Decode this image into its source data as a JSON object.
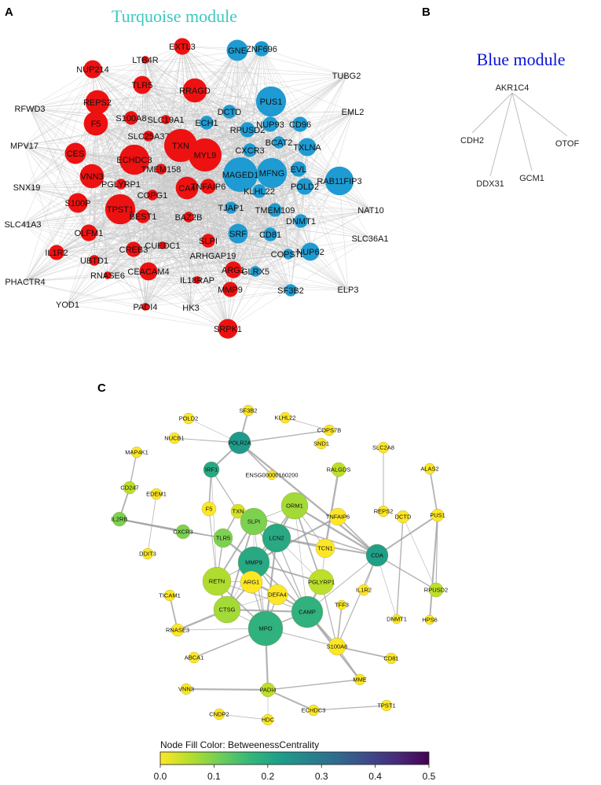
{
  "panels": {
    "a": {
      "letter": "A",
      "title": "Turquoise module"
    },
    "b": {
      "letter": "B",
      "title": "Blue module"
    },
    "c": {
      "letter": "C"
    }
  },
  "colors": {
    "turquoise_title": "#3cc8c0",
    "blue_title": "#0a14d8",
    "red_node": "#ee1111",
    "blue_node": "#1e9bd2",
    "edge_a": "#c4c4c4",
    "edge_b": "#bdbdbd",
    "edge_c": "#9a9a9a"
  },
  "network_a": {
    "red_nodes": [
      {
        "label": "EXTL3",
        "size": 0.4
      },
      {
        "label": "LTB4R",
        "size": 0.1
      },
      {
        "label": "NUP214",
        "size": 0.45
      },
      {
        "label": "TLR5",
        "size": 0.45
      },
      {
        "label": "RRAGD",
        "size": 0.65
      },
      {
        "label": "REPS2",
        "size": 0.65
      },
      {
        "label": "S100A8",
        "size": 0.3
      },
      {
        "label": "SLC19A1",
        "size": 0.15
      },
      {
        "label": "F5",
        "size": 0.65
      },
      {
        "label": "SLC25A37",
        "size": 0.2
      },
      {
        "label": "TXN",
        "size": 0.95
      },
      {
        "label": "MYL9",
        "size": 0.95
      },
      {
        "label": "ECHDC3",
        "size": 0.85
      },
      {
        "label": "CES",
        "size": 0.55
      },
      {
        "label": "TMEM158",
        "size": 0.2
      },
      {
        "label": "VNN3",
        "size": 0.65
      },
      {
        "label": "PGLYRP1",
        "size": 0.2
      },
      {
        "label": "COPG1",
        "size": 0.2
      },
      {
        "label": "CA4",
        "size": 0.6
      },
      {
        "label": "TNFAIP6",
        "size": 0.35
      },
      {
        "label": "S100P",
        "size": 0.5
      },
      {
        "label": "TPST1",
        "size": 0.85
      },
      {
        "label": "BEST1",
        "size": 0.3
      },
      {
        "label": "BAZ2B",
        "size": 0.2
      },
      {
        "label": "OLFM1",
        "size": 0.4
      },
      {
        "label": "CREB3",
        "size": 0.35
      },
      {
        "label": "CUEDC1",
        "size": 0.1
      },
      {
        "label": "SLPI",
        "size": 0.3
      },
      {
        "label": "IL1R2",
        "size": 0.35
      },
      {
        "label": "UBTD1",
        "size": 0.2
      },
      {
        "label": "RNASE6",
        "size": 0.1
      },
      {
        "label": "CEACAM4",
        "size": 0.45
      },
      {
        "label": "ARG1",
        "size": 0.4
      },
      {
        "label": "IL18RAP",
        "size": 0.1
      },
      {
        "label": "MMP9",
        "size": 0.35
      },
      {
        "label": "PADI4",
        "size": 0.1
      },
      {
        "label": "SRPK1",
        "size": 0.5
      }
    ],
    "blue_nodes": [
      {
        "label": "GNE",
        "size": 0.55
      },
      {
        "label": "ZNF696",
        "size": 0.35
      },
      {
        "label": "PUS1",
        "size": 0.85
      },
      {
        "label": "DCTD",
        "size": 0.3
      },
      {
        "label": "ECH1",
        "size": 0.3
      },
      {
        "label": "RPUSD2",
        "size": 0.35
      },
      {
        "label": "NUP93",
        "size": 0.35
      },
      {
        "label": "CD96",
        "size": 0.35
      },
      {
        "label": "BCAT2",
        "size": 0.25
      },
      {
        "label": "TXLNA",
        "size": 0.45
      },
      {
        "label": "CXCR3",
        "size": 0.3
      },
      {
        "label": "MAGED1",
        "size": 1.0
      },
      {
        "label": "MFNG",
        "size": 0.85
      },
      {
        "label": "EVL",
        "size": 0.35
      },
      {
        "label": "RAB11FIP3",
        "size": 0.8
      },
      {
        "label": "POLD2",
        "size": 0.4
      },
      {
        "label": "KLHL22",
        "size": 0.3
      },
      {
        "label": "TJAP1",
        "size": 0.25
      },
      {
        "label": "TMEM109",
        "size": 0.3
      },
      {
        "label": "DNMT1",
        "size": 0.3
      },
      {
        "label": "SRF",
        "size": 0.5
      },
      {
        "label": "CD81",
        "size": 0.3
      },
      {
        "label": "COPS7B",
        "size": 0.2
      },
      {
        "label": "NUP62",
        "size": 0.45
      },
      {
        "label": "GLRX5",
        "size": 0.2
      },
      {
        "label": "SF3B2",
        "size": 0.25
      }
    ],
    "gray_nodes": [
      {
        "label": "TUBG2"
      },
      {
        "label": "RFWD3"
      },
      {
        "label": "EML2"
      },
      {
        "label": "MPV17"
      },
      {
        "label": "NAT10"
      },
      {
        "label": "SNX19"
      },
      {
        "label": "SLC36A1"
      },
      {
        "label": "SLC41A3"
      },
      {
        "label": "ELP3"
      },
      {
        "label": "PHACTR4"
      },
      {
        "label": "ARHGAP19"
      },
      {
        "label": "YOD1"
      },
      {
        "label": "HK3"
      }
    ]
  },
  "network_b": {
    "nodes": [
      "AKR1C4",
      "CDH2",
      "OTOF",
      "DDX31",
      "GCM1"
    ],
    "edges": [
      [
        "AKR1C4",
        "CDH2"
      ],
      [
        "AKR1C4",
        "OTOF"
      ],
      [
        "AKR1C4",
        "DDX31"
      ],
      [
        "AKR1C4",
        "GCM1"
      ]
    ]
  },
  "network_c": {
    "nodes": [
      {
        "id": "POLD2",
        "bc": 0.0,
        "size": 0.1
      },
      {
        "id": "SF3B2",
        "bc": 0.0,
        "size": 0.1
      },
      {
        "id": "KLHL22",
        "bc": 0.0,
        "size": 0.1
      },
      {
        "id": "COPS7B",
        "bc": 0.0,
        "size": 0.1
      },
      {
        "id": "POLR2A",
        "bc": 0.23,
        "size": 0.45
      },
      {
        "id": "SND1",
        "bc": 0.0,
        "size": 0.1
      },
      {
        "id": "NUCB1",
        "bc": 0.0,
        "size": 0.1
      },
      {
        "id": "SLC2A8",
        "bc": 0.0,
        "size": 0.1
      },
      {
        "id": "MAP4K1",
        "bc": 0.0,
        "size": 0.1
      },
      {
        "id": "IRF1",
        "bc": 0.2,
        "size": 0.25
      },
      {
        "id": "ENSG00000160200",
        "bc": 0.0,
        "size": 0.05
      },
      {
        "id": "RALGDS",
        "bc": 0.05,
        "size": 0.2
      },
      {
        "id": "ALAS2",
        "bc": 0.0,
        "size": 0.1
      },
      {
        "id": "CD247",
        "bc": 0.05,
        "size": 0.15
      },
      {
        "id": "EDEM1",
        "bc": 0.0,
        "size": 0.1
      },
      {
        "id": "ORM1",
        "bc": 0.07,
        "size": 0.6
      },
      {
        "id": "F5",
        "bc": 0.0,
        "size": 0.2
      },
      {
        "id": "TXN",
        "bc": 0.03,
        "size": 0.2
      },
      {
        "id": "SLPI",
        "bc": 0.1,
        "size": 0.6
      },
      {
        "id": "TNFAIP6",
        "bc": 0.0,
        "size": 0.3
      },
      {
        "id": "REPS2",
        "bc": 0.0,
        "size": 0.1
      },
      {
        "id": "DCTD",
        "bc": 0.0,
        "size": 0.15
      },
      {
        "id": "PUS1",
        "bc": 0.0,
        "size": 0.15
      },
      {
        "id": "IL2RB",
        "bc": 0.1,
        "size": 0.2
      },
      {
        "id": "CXCR3",
        "bc": 0.1,
        "size": 0.2
      },
      {
        "id": "TLR5",
        "bc": 0.1,
        "size": 0.35
      },
      {
        "id": "LCN2",
        "bc": 0.2,
        "size": 0.65
      },
      {
        "id": "TCN1",
        "bc": 0.0,
        "size": 0.35
      },
      {
        "id": "CDA",
        "bc": 0.22,
        "size": 0.45
      },
      {
        "id": "DDIT3",
        "bc": 0.0,
        "size": 0.1
      },
      {
        "id": "MMP9",
        "bc": 0.2,
        "size": 0.75
      },
      {
        "id": "RETN",
        "bc": 0.06,
        "size": 0.65
      },
      {
        "id": "ARG1",
        "bc": 0.0,
        "size": 0.45
      },
      {
        "id": "PGLYRP1",
        "bc": 0.05,
        "size": 0.55
      },
      {
        "id": "RPUSD2",
        "bc": 0.05,
        "size": 0.2
      },
      {
        "id": "TICAM1",
        "bc": 0.0,
        "size": 0.1
      },
      {
        "id": "DEFA4",
        "bc": 0.0,
        "size": 0.4
      },
      {
        "id": "IL1R2",
        "bc": 0.0,
        "size": 0.1
      },
      {
        "id": "CTSG",
        "bc": 0.07,
        "size": 0.6
      },
      {
        "id": "CAMP",
        "bc": 0.18,
        "size": 0.75
      },
      {
        "id": "TFF3",
        "bc": 0.0,
        "size": 0.05
      },
      {
        "id": "RNASE3",
        "bc": 0.0,
        "size": 0.15
      },
      {
        "id": "MPO",
        "bc": 0.18,
        "size": 0.85
      },
      {
        "id": "DNMT1",
        "bc": 0.0,
        "size": 0.05
      },
      {
        "id": "HPS6",
        "bc": 0.0,
        "size": 0.05
      },
      {
        "id": "S100A8",
        "bc": 0.0,
        "size": 0.3
      },
      {
        "id": "ABCA1",
        "bc": 0.0,
        "size": 0.1
      },
      {
        "id": "CD81",
        "bc": 0.0,
        "size": 0.1
      },
      {
        "id": "MME",
        "bc": 0.0,
        "size": 0.1
      },
      {
        "id": "VNN3",
        "bc": 0.0,
        "size": 0.1
      },
      {
        "id": "PADI4",
        "bc": 0.05,
        "size": 0.2
      },
      {
        "id": "HDC",
        "bc": 0.0,
        "size": 0.1
      },
      {
        "id": "CNDP2",
        "bc": 0.0,
        "size": 0.1
      },
      {
        "id": "ECHDC3",
        "bc": 0.0,
        "size": 0.1
      },
      {
        "id": "TPST1",
        "bc": 0.0,
        "size": 0.1
      }
    ],
    "edges": [
      [
        "POLD2",
        "POLR2A"
      ],
      [
        "SF3B2",
        "POLR2A"
      ],
      [
        "COPS7B",
        "POLR2A"
      ],
      [
        "KLHL22",
        "COPS7B"
      ],
      [
        "POLR2A",
        "IRF1"
      ],
      [
        "POLR2A",
        "ENSG00000160200"
      ],
      [
        "POLR2A",
        "NUCB1"
      ],
      [
        "POLR2A",
        "CDA"
      ],
      [
        "IRF1",
        "F5"
      ],
      [
        "IRF1",
        "TXN"
      ],
      [
        "IRF1",
        "RETN"
      ],
      [
        "CD247",
        "IL2RB"
      ],
      [
        "MAP4K1",
        "CD247"
      ],
      [
        "EDEM1",
        "DDIT3"
      ],
      [
        "IL2RB",
        "CXCR3"
      ],
      [
        "IL2RB",
        "TLR5"
      ],
      [
        "SLC2A8",
        "REPS2"
      ],
      [
        "RALGDS",
        "TCN1"
      ],
      [
        "ALAS2",
        "PUS1"
      ],
      [
        "PUS1",
        "RPUSD2"
      ],
      [
        "DCTD",
        "RPUSD2"
      ],
      [
        "PUS1",
        "HPS6"
      ],
      [
        "DCTD",
        "DNMT1"
      ],
      [
        "ORM1",
        "SLPI"
      ],
      [
        "ORM1",
        "LCN2"
      ],
      [
        "ORM1",
        "MMP9"
      ],
      [
        "ORM1",
        "TCN1"
      ],
      [
        "ORM1",
        "CDA"
      ],
      [
        "ORM1",
        "PGLYRP1"
      ],
      [
        "SLPI",
        "LCN2"
      ],
      [
        "SLPI",
        "MMP9"
      ],
      [
        "SLPI",
        "RETN"
      ],
      [
        "SLPI",
        "CAMP"
      ],
      [
        "SLPI",
        "MPO"
      ],
      [
        "TXN",
        "LCN2"
      ],
      [
        "TXN",
        "TLR5"
      ],
      [
        "F5",
        "RETN"
      ],
      [
        "TLR5",
        "MMP9"
      ],
      [
        "LCN2",
        "MMP9"
      ],
      [
        "LCN2",
        "CAMP"
      ],
      [
        "LCN2",
        "PGLYRP1"
      ],
      [
        "LCN2",
        "CDA"
      ],
      [
        "LCN2",
        "TCN1"
      ],
      [
        "TCN1",
        "PGLYRP1"
      ],
      [
        "TNFAIP6",
        "MMP9"
      ],
      [
        "TNFAIP6",
        "CDA"
      ],
      [
        "MMP9",
        "RETN"
      ],
      [
        "MMP9",
        "ARG1"
      ],
      [
        "MMP9",
        "CAMP"
      ],
      [
        "MMP9",
        "MPO"
      ],
      [
        "MMP9",
        "CTSG"
      ],
      [
        "MMP9",
        "PGLYRP1"
      ],
      [
        "MMP9",
        "DEFA4"
      ],
      [
        "RETN",
        "ARG1"
      ],
      [
        "RETN",
        "CTSG"
      ],
      [
        "RETN",
        "MPO"
      ],
      [
        "RETN",
        "CAMP"
      ],
      [
        "ARG1",
        "DEFA4"
      ],
      [
        "ARG1",
        "CTSG"
      ],
      [
        "ARG1",
        "MPO"
      ],
      [
        "DEFA4",
        "CTSG"
      ],
      [
        "DEFA4",
        "CAMP"
      ],
      [
        "DEFA4",
        "MPO"
      ],
      [
        "CTSG",
        "MPO"
      ],
      [
        "CTSG",
        "CAMP"
      ],
      [
        "CAMP",
        "MPO"
      ],
      [
        "CAMP",
        "CDA"
      ],
      [
        "CAMP",
        "PGLYRP1"
      ],
      [
        "CAMP",
        "S100A8"
      ],
      [
        "CDA",
        "S100A8"
      ],
      [
        "CDA",
        "DNMT1"
      ],
      [
        "CDA",
        "PUS1"
      ],
      [
        "CDA",
        "RPUSD2"
      ],
      [
        "MPO",
        "RNASE3"
      ],
      [
        "MPO",
        "PADI4"
      ],
      [
        "MPO",
        "ABCA1"
      ],
      [
        "MPO",
        "S100A8"
      ],
      [
        "RNASE3",
        "CTSG"
      ],
      [
        "RNASE3",
        "TICAM1"
      ],
      [
        "PGLYRP1",
        "S100A8"
      ],
      [
        "PADI4",
        "HDC"
      ],
      [
        "PADI4",
        "ECHDC3"
      ],
      [
        "PADI4",
        "MME"
      ],
      [
        "HDC",
        "CNDP2"
      ],
      [
        "PADI4",
        "VNN3"
      ],
      [
        "TFF3",
        "S100A8"
      ],
      [
        "MME",
        "S100A8"
      ],
      [
        "MME",
        "CAMP"
      ],
      [
        "CD81",
        "S100A8"
      ],
      [
        "TPST1",
        "ECHDC3"
      ],
      [
        "ORM1",
        "CAMP"
      ],
      [
        "SLPI",
        "CTSG"
      ],
      [
        "TLR5",
        "RETN"
      ],
      [
        "CXCR3",
        "TLR5"
      ],
      [
        "LCN2",
        "MPO"
      ],
      [
        "TXN",
        "CDA"
      ],
      [
        "IL1R2",
        "CDA"
      ]
    ]
  },
  "colorbar": {
    "title": "Node Fill Color:  BetweenessCentrality",
    "ticks": [
      "0.0",
      "0.1",
      "0.2",
      "0.3",
      "0.4",
      "0.5"
    ],
    "min": 0.0,
    "max": 0.5,
    "colors": [
      "#fde725",
      "#b5de2b",
      "#6ece58",
      "#35b779",
      "#1f9e89",
      "#26828e",
      "#31688e",
      "#3e4989",
      "#482878",
      "#440154"
    ]
  }
}
